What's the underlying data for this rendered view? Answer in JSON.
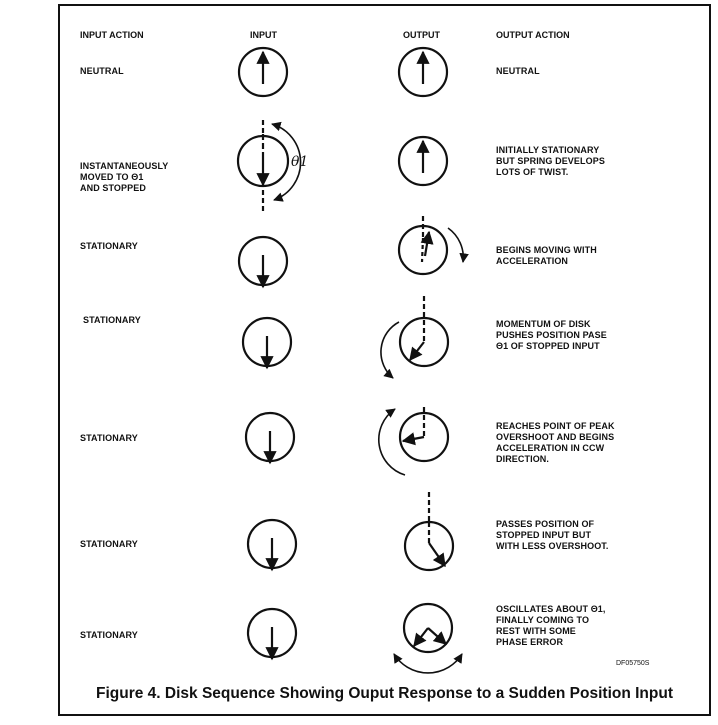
{
  "headers": {
    "input_action": "INPUT ACTION",
    "input": "INPUT",
    "output": "OUTPUT",
    "output_action": "OUTPUT ACTION"
  },
  "rows": [
    {
      "input_action": "NEUTRAL",
      "output_action": "NEUTRAL"
    },
    {
      "input_action": "INSTANTANEOUSLY\nMOVED TO Θ1\nAND STOPPED",
      "output_action": "INITIALLY STATIONARY\nBUT SPRING DEVELOPS\nLOTS OF TWIST."
    },
    {
      "input_action": "STATIONARY",
      "output_action": "BEGINS MOVING WITH\nACCELERATION"
    },
    {
      "input_action": "STATIONARY",
      "output_action": "MOMENTUM OF DISK\nPUSHES POSITION PASE\nΘ1 OF STOPPED INPUT"
    },
    {
      "input_action": "STATIONARY",
      "output_action": "REACHES POINT OF PEAK\nOVERSHOOT AND BEGINS\nACCELERATION IN CCW\nDIRECTION."
    },
    {
      "input_action": "STATIONARY",
      "output_action": "PASSES POSITION OF\nSTOPPED INPUT BUT\nWITH LESS OVERSHOOT."
    },
    {
      "input_action": "STATIONARY",
      "output_action": "OSCILLATES ABOUT Θ1,\nFINALLY COMING TO\nREST WITH SOME\nPHASE ERROR"
    }
  ],
  "theta_label": "θ1",
  "reference_code": "DF05750S",
  "caption": "Figure 4. Disk Sequence Showing Ouput Response to a Sudden Position Input"
}
